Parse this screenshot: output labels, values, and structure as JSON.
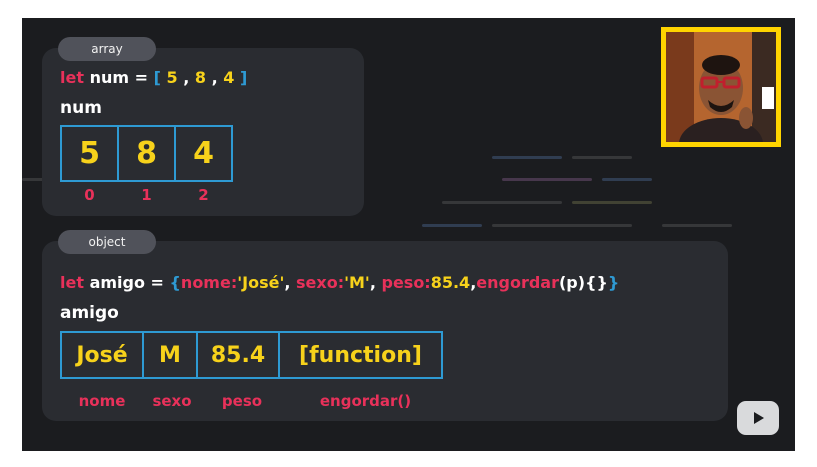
{
  "array_section": {
    "tag": "array",
    "code": {
      "keyword": "let",
      "var": "num",
      "equals": "=",
      "open": "[",
      "v1": "5",
      "sep1": ",",
      "v2": "8",
      "sep2": ",",
      "v3": "4",
      "close": "]"
    },
    "label": "num",
    "cells": [
      "5",
      "8",
      "4"
    ],
    "indices": [
      "0",
      "1",
      "2"
    ]
  },
  "object_section": {
    "tag": "object",
    "code": {
      "keyword": "let",
      "var": "amigo",
      "equals": "=",
      "open": "{",
      "k1": "nome:",
      "v1": "'José'",
      "c1": ",",
      "k2": "sexo:",
      "v2": "'M'",
      "c2": ",",
      "k3": "peso:",
      "v3": "85.4",
      "c3": ",",
      "k4": "engordar",
      "v4": "(p){}",
      "close": "}"
    },
    "label": "amigo",
    "cells": [
      "José",
      "M",
      "85.4",
      "[function]"
    ],
    "keys": [
      "nome",
      "sexo",
      "peso",
      "engordar()"
    ]
  },
  "colors": {
    "keyword": "#e8315a",
    "bracket": "#2e9ad3",
    "value": "#f7d21b",
    "webcam_border": "#ffd400"
  },
  "icons": {
    "play": "play-icon"
  }
}
